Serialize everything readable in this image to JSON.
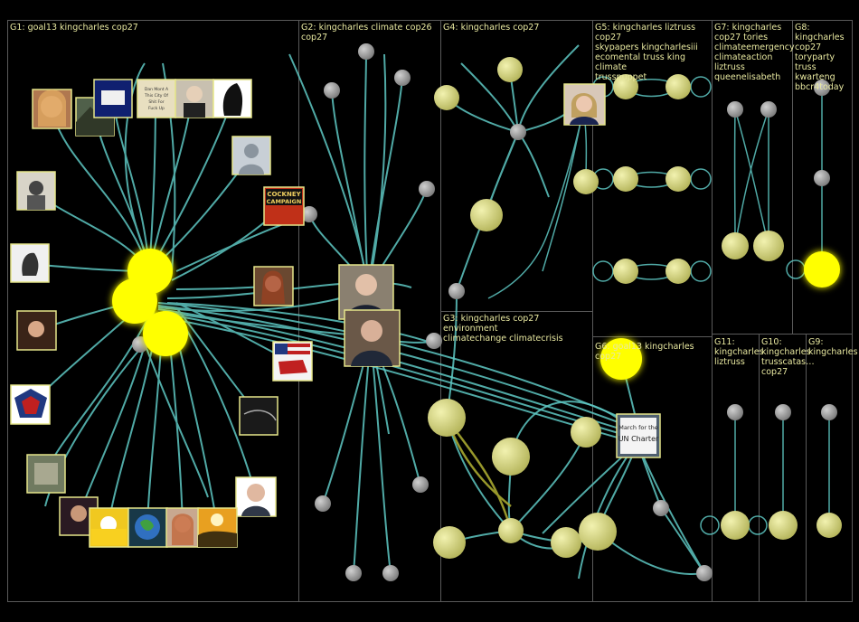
{
  "colors": {
    "background": "#000000",
    "panel_border": "#5a5a5a",
    "edge": "#5fc8c4",
    "edge_g3": "#a8a830",
    "node_gray": "#9a9a9a",
    "node_yellow": "#ffff00",
    "node_pale_yellow": "#d8d87a",
    "label": "#e8e8a0"
  },
  "groups": [
    {
      "id": "G1",
      "label": "G1: goal13 kingcharles cop27"
    },
    {
      "id": "G2",
      "label": "G2: kingcharles climate cop26\ncop27"
    },
    {
      "id": "G4",
      "label": "G4: kingcharles cop27"
    },
    {
      "id": "G5",
      "label": "G5: kingcharles liztruss cop27\nskypapers kingcharlesiii\necomental truss king climate\ntrusspuppet"
    },
    {
      "id": "G7",
      "label": "G7: kingcharles\ncop27 tories\nclimateemergency\nclimateaction\nliztruss\nqueenelisabeth"
    },
    {
      "id": "G8",
      "label": "G8:\nkingcharles\ncop27\ntoryparty truss\nkwarteng\nbbcr4today"
    },
    {
      "id": "G3",
      "label": "G3: kingcharles cop27 environment\nclimatechange climatecrisis"
    },
    {
      "id": "G6",
      "label": "G6: goal13 kingcharles cop27"
    },
    {
      "id": "G11",
      "label": "G11:\nkingcharles\nliztruss"
    },
    {
      "id": "G10",
      "label": "G10:\nkingcharles\ntrusscatas…\ncop27"
    },
    {
      "id": "G9",
      "label": "G9:\nkingcharles"
    }
  ],
  "image_tiles": [
    {
      "name": "avatar-blonde-woman-icon",
      "text": ""
    },
    {
      "name": "avatar-landscape-icon",
      "text": ""
    },
    {
      "name": "avatar-blue-box-icon",
      "text": ""
    },
    {
      "name": "avatar-book-cover-icon",
      "text": "Dan Mont A This City Of Shit For Fuck Up"
    },
    {
      "name": "avatar-blonde-man-icon",
      "text": ""
    },
    {
      "name": "avatar-horse-icon",
      "text": ""
    },
    {
      "name": "avatar-default-user-icon",
      "text": ""
    },
    {
      "name": "avatar-vintage-photo-icon",
      "text": ""
    },
    {
      "name": "avatar-cockney-campaign-icon",
      "text": "COCKNEY CAMPAIGN"
    },
    {
      "name": "avatar-sketch-icon",
      "text": ""
    },
    {
      "name": "avatar-woman-redhair-icon",
      "text": ""
    },
    {
      "name": "avatar-man-suit-icon",
      "text": ""
    },
    {
      "name": "avatar-man-glasses-icon",
      "text": ""
    },
    {
      "name": "avatar-woman-curly-icon",
      "text": ""
    },
    {
      "name": "avatar-us-flag-icon",
      "text": ""
    },
    {
      "name": "avatar-eagle-flag-icon",
      "text": ""
    },
    {
      "name": "avatar-dark-face-icon",
      "text": ""
    },
    {
      "name": "avatar-room-icon",
      "text": ""
    },
    {
      "name": "avatar-bald-man-icon",
      "text": ""
    },
    {
      "name": "avatar-dark-woman-icon",
      "text": ""
    },
    {
      "name": "avatar-sunburst-icon",
      "text": ""
    },
    {
      "name": "avatar-globe-icon",
      "text": ""
    },
    {
      "name": "avatar-ginger-woman-icon",
      "text": ""
    },
    {
      "name": "avatar-sunset-icon",
      "text": ""
    },
    {
      "name": "avatar-liz-truss-icon",
      "text": ""
    },
    {
      "name": "avatar-protest-sign-icon",
      "text": "March for the UN Charter"
    }
  ]
}
